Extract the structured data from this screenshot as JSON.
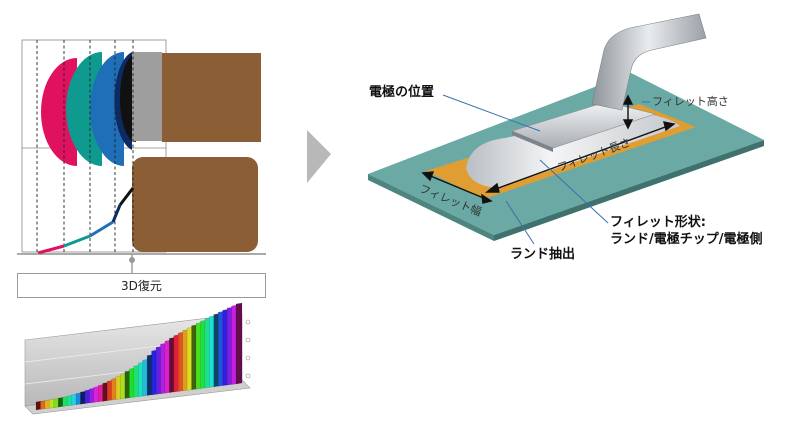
{
  "labels": {
    "electrode_position": "電極の位置",
    "fillet_height": "フィレット高さ",
    "fillet_length": "フィレット長さ",
    "fillet_width": "フィレット幅",
    "fillet_shape_line1": "フィレット形状:",
    "fillet_shape_line2": "ランド/電極チップ/電極側",
    "land_extraction": "ランド抽出",
    "reconstruction_3d": "3D復元"
  },
  "colors": {
    "magenta": "#e0115f",
    "teal": "#0e9a8f",
    "blue": "#1f6fb8",
    "navy": "#0d2a63",
    "black": "#111111",
    "gray": "#9e9e9e",
    "brown": "#8c5e35",
    "board": "#6aa9a4",
    "land": "#e09d32",
    "silver": "#c9cdd1"
  },
  "icons": [
    "arrow-right-icon"
  ]
}
